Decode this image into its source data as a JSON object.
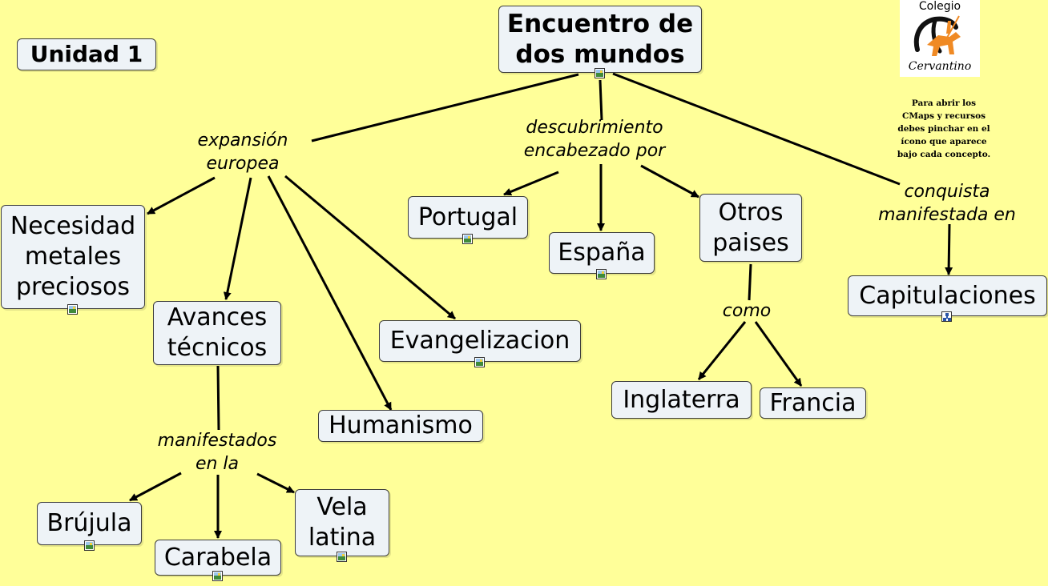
{
  "title_box": "Unidad 1",
  "nodes": {
    "root": "Encuentro de\ndos mundos",
    "necesidad": "Necesidad\nmetales\npreciosos",
    "avances": "Avances\ntécnicos",
    "humanismo": "Humanismo",
    "evangelizacion": "Evangelizacion",
    "portugal": "Portugal",
    "espana": "España",
    "otros": "Otros\npaises",
    "inglaterra": "Inglaterra",
    "francia": "Francia",
    "capitulaciones": "Capitulaciones",
    "brujula": "Brújula",
    "carabela": "Carabela",
    "vela": "Vela\nlatina"
  },
  "link_labels": {
    "expansion": "expansión\neuropea",
    "descubrimiento": "descubrimiento\nencabezado por",
    "conquista": "conquista\nmanifestada en",
    "como": "como",
    "manifestados": "manifestados\nen la"
  },
  "logo": {
    "top_text": "Colegio",
    "bottom_text": "Cervantino",
    "accent_color": "#f08a24",
    "emblem_icon": "quixote-emblem"
  },
  "note": "Para abrir los\nCMaps y recursos\ndebes pinchar en el\nícono que aparece\nbajo cada concepto.",
  "colors": {
    "background": "#ffff99",
    "node_fill": "#eef3f7",
    "border": "#3d3d3d"
  },
  "resource_icons": [
    "image-resource-icon",
    "cmap-resource-icon"
  ]
}
